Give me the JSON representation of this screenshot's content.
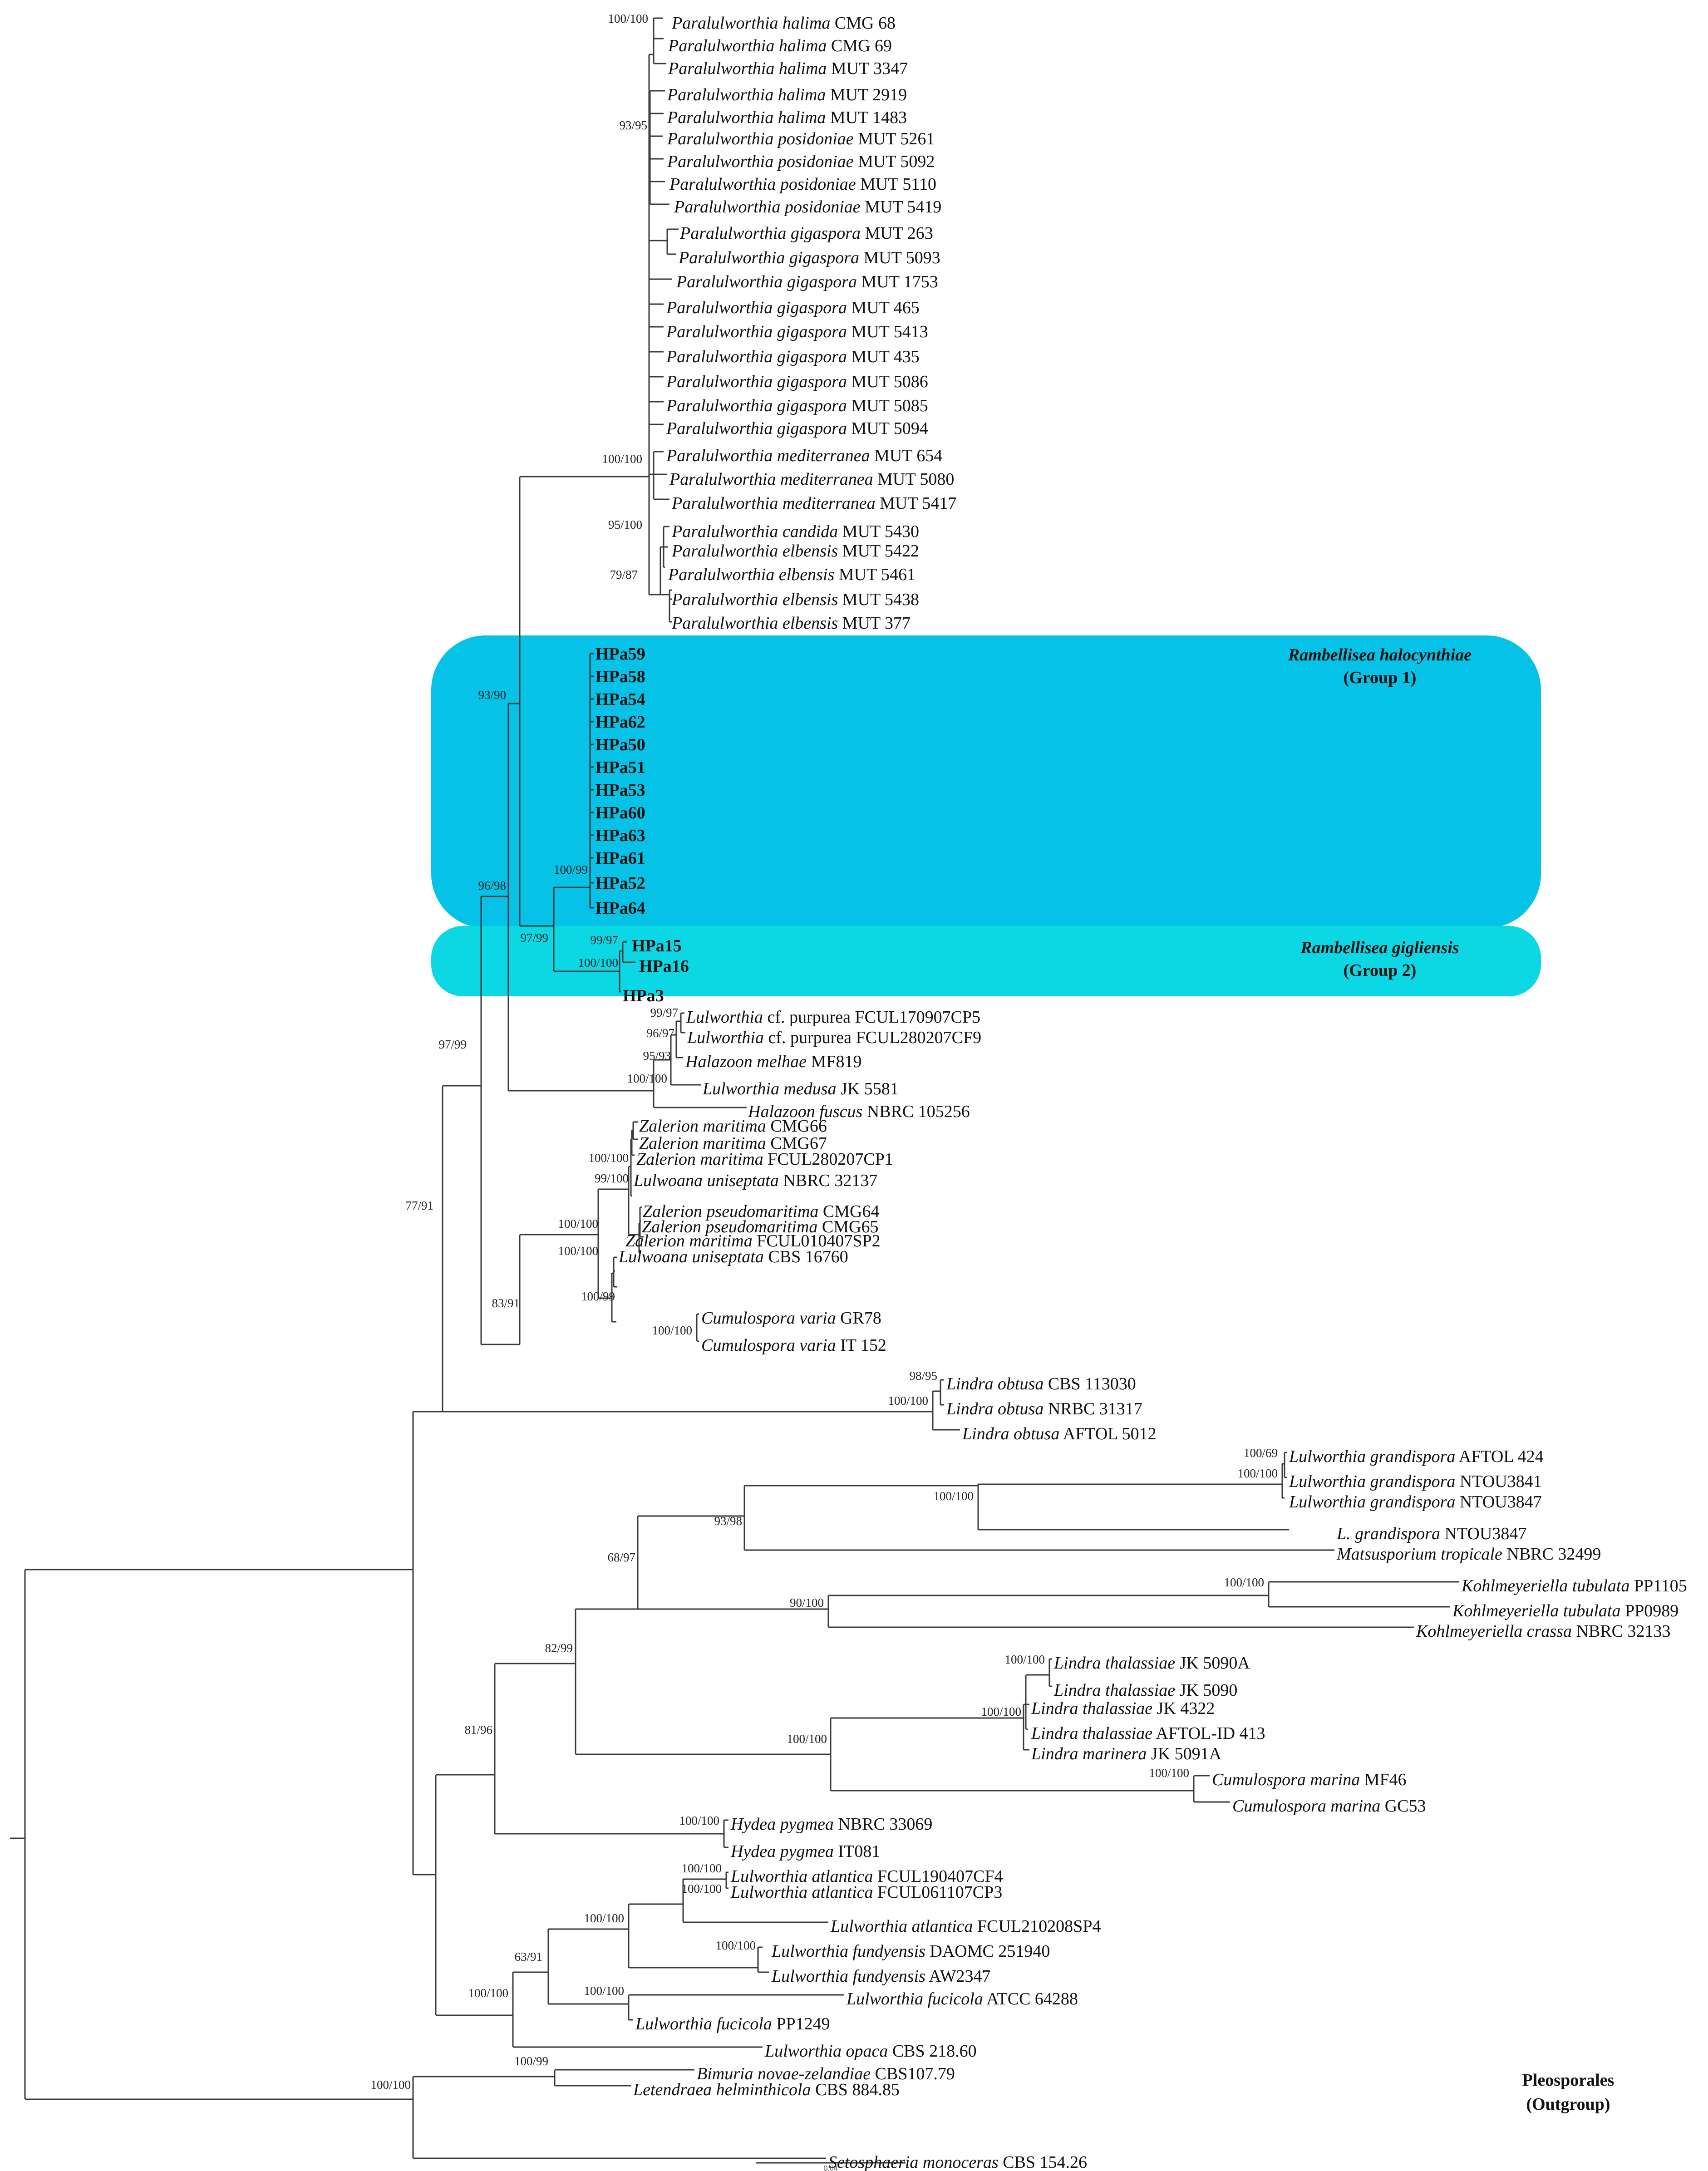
{
  "groups": [
    {
      "id": "g1",
      "species": "Rambellisea halocynthiae",
      "label": "(Group 1)",
      "color": "#06c2e6"
    },
    {
      "id": "g2",
      "species": "Rambellisea gigliensis",
      "label": "(Group 2)",
      "color": "#0bd8e4"
    }
  ],
  "outgroup": {
    "name": "Pleosporales",
    "label": "(Outgroup)"
  },
  "scale_bar": {
    "label": "0.04"
  },
  "taxa": [
    {
      "id": "t1",
      "genus": "Paralulworthia halima",
      "rest": "CMG 68"
    },
    {
      "id": "t2",
      "genus": "Paralulworthia halima",
      "rest": "CMG 69"
    },
    {
      "id": "t3",
      "genus": "Paralulworthia halima",
      "rest": "MUT 3347"
    },
    {
      "id": "t4",
      "genus": "Paralulworthia halima",
      "rest": "MUT 2919"
    },
    {
      "id": "t5",
      "genus": "Paralulworthia halima",
      "rest": "MUT 1483"
    },
    {
      "id": "t6",
      "genus": "Paralulworthia posidoniae",
      "rest": "MUT 5261"
    },
    {
      "id": "t7",
      "genus": "Paralulworthia posidoniae",
      "rest": "MUT 5092"
    },
    {
      "id": "t8",
      "genus": "Paralulworthia posidoniae",
      "rest": "MUT 5110"
    },
    {
      "id": "t9",
      "genus": "Paralulworthia posidoniae",
      "rest": "MUT 5419"
    },
    {
      "id": "t10",
      "genus": "Paralulworthia gigaspora",
      "rest": "MUT 263"
    },
    {
      "id": "t11",
      "genus": "Paralulworthia gigaspora",
      "rest": "MUT 5093"
    },
    {
      "id": "t12",
      "genus": "Paralulworthia gigaspora",
      "rest": "MUT 1753"
    },
    {
      "id": "t13",
      "genus": "Paralulworthia gigaspora",
      "rest": "MUT 465"
    },
    {
      "id": "t14",
      "genus": "Paralulworthia gigaspora",
      "rest": "MUT 5413"
    },
    {
      "id": "t15",
      "genus": "Paralulworthia gigaspora",
      "rest": "MUT 435"
    },
    {
      "id": "t16",
      "genus": "Paralulworthia gigaspora",
      "rest": "MUT 5086"
    },
    {
      "id": "t17",
      "genus": "Paralulworthia gigaspora",
      "rest": "MUT 5085"
    },
    {
      "id": "t18",
      "genus": "Paralulworthia gigaspora",
      "rest": "MUT 5094"
    },
    {
      "id": "t19",
      "genus": "Paralulworthia mediterranea",
      "rest": "MUT 654"
    },
    {
      "id": "t20",
      "genus": "Paralulworthia mediterranea",
      "rest": "MUT 5080"
    },
    {
      "id": "t21",
      "genus": "Paralulworthia mediterranea",
      "rest": "MUT 5417"
    },
    {
      "id": "t22",
      "genus": "Paralulworthia candida",
      "rest": "MUT 5430"
    },
    {
      "id": "t23",
      "genus": "Paralulworthia elbensis",
      "rest": "MUT 5422"
    },
    {
      "id": "t24",
      "genus": "Paralulworthia elbensis",
      "rest": "MUT 5461"
    },
    {
      "id": "t25",
      "genus": "Paralulworthia elbensis",
      "rest": "MUT 5438"
    },
    {
      "id": "t26",
      "genus": "Paralulworthia elbensis",
      "rest": "MUT 377"
    },
    {
      "id": "t27",
      "genus": "",
      "rest": "HPa59",
      "bold": true
    },
    {
      "id": "t28",
      "genus": "",
      "rest": "HPa58",
      "bold": true
    },
    {
      "id": "t29",
      "genus": "",
      "rest": "HPa54",
      "bold": true
    },
    {
      "id": "t30",
      "genus": "",
      "rest": "HPa62",
      "bold": true
    },
    {
      "id": "t31",
      "genus": "",
      "rest": "HPa50",
      "bold": true
    },
    {
      "id": "t32",
      "genus": "",
      "rest": "HPa51",
      "bold": true
    },
    {
      "id": "t33",
      "genus": "",
      "rest": "HPa53",
      "bold": true
    },
    {
      "id": "t34",
      "genus": "",
      "rest": "HPa60",
      "bold": true
    },
    {
      "id": "t35",
      "genus": "",
      "rest": "HPa63",
      "bold": true
    },
    {
      "id": "t36",
      "genus": "",
      "rest": "HPa61",
      "bold": true
    },
    {
      "id": "t37",
      "genus": "",
      "rest": "HPa52",
      "bold": true
    },
    {
      "id": "t38",
      "genus": "",
      "rest": "HPa64",
      "bold": true
    },
    {
      "id": "t39",
      "genus": "",
      "rest": "HPa15",
      "bold": true
    },
    {
      "id": "t40",
      "genus": "",
      "rest": "HPa16",
      "bold": true
    },
    {
      "id": "t41",
      "genus": "",
      "rest": "HPa3",
      "bold": true
    },
    {
      "id": "t42",
      "genus": "Lulworthia",
      "rest": "cf. purpurea FCUL170907CP5"
    },
    {
      "id": "t43",
      "genus": "Lulworthia",
      "rest": "cf. purpurea FCUL280207CF9"
    },
    {
      "id": "t44",
      "genus": "Halazoon melhae",
      "rest": "MF819"
    },
    {
      "id": "t45",
      "genus": "Lulworthia medusa",
      "rest": "JK 5581"
    },
    {
      "id": "t46",
      "genus": "Halazoon fuscus",
      "rest": "NBRC 105256"
    },
    {
      "id": "t47",
      "genus": "Zalerion maritima",
      "rest": "CMG66"
    },
    {
      "id": "t48",
      "genus": "Zalerion maritima",
      "rest": "CMG67"
    },
    {
      "id": "t49",
      "genus": "Zalerion maritima",
      "rest": "FCUL280207CP1"
    },
    {
      "id": "t50",
      "genus": "Lulwoana uniseptata",
      "rest": "NBRC 32137"
    },
    {
      "id": "t51",
      "genus": "Zalerion pseudomaritima",
      "rest": "CMG64"
    },
    {
      "id": "t52",
      "genus": "Zalerion pseudomaritima",
      "rest": "CMG65"
    },
    {
      "id": "t53",
      "genus": "Zalerion maritima",
      "rest": "FCUL010407SP2"
    },
    {
      "id": "t54",
      "genus": "Lulwoana uniseptata",
      "rest": "CBS 16760"
    },
    {
      "id": "t55",
      "genus": "Cumulospora varia",
      "rest": "GR78"
    },
    {
      "id": "t56",
      "genus": "Cumulospora varia",
      "rest": "IT 152"
    },
    {
      "id": "t57",
      "genus": "Lindra obtusa",
      "rest": "CBS 113030"
    },
    {
      "id": "t58",
      "genus": "Lindra obtusa",
      "rest": "NRBC 31317"
    },
    {
      "id": "t59",
      "genus": "Lindra obtusa",
      "rest": "AFTOL 5012"
    },
    {
      "id": "t60",
      "genus": "Lulworthia grandispora",
      "rest": "AFTOL 424"
    },
    {
      "id": "t61",
      "genus": "Lulworthia grandispora",
      "rest": "NTOU3841"
    },
    {
      "id": "t62",
      "genus": "Lulworthia grandispora",
      "rest": "NTOU3847"
    },
    {
      "id": "t63",
      "genus": "L. grandispora",
      "rest": "NTOU3847"
    },
    {
      "id": "t64",
      "genus": "Matsusporium tropicale",
      "rest": "NBRC 32499"
    },
    {
      "id": "t65",
      "genus": "Kohlmeyeriella tubulata",
      "rest": "PP1105"
    },
    {
      "id": "t66",
      "genus": "Kohlmeyeriella tubulata",
      "rest": "PP0989"
    },
    {
      "id": "t67",
      "genus": "Kohlmeyeriella crassa",
      "rest": "NBRC 32133"
    },
    {
      "id": "t68",
      "genus": "Lindra thalassiae",
      "rest": "JK 5090A"
    },
    {
      "id": "t69",
      "genus": "Lindra thalassiae",
      "rest": "JK 5090"
    },
    {
      "id": "t70",
      "genus": "Lindra thalassiae",
      "rest": "JK 4322"
    },
    {
      "id": "t71",
      "genus": "Lindra thalassiae",
      "rest": "AFTOL-ID 413"
    },
    {
      "id": "t72",
      "genus": "Lindra marinera",
      "rest": "JK 5091A"
    },
    {
      "id": "t73",
      "genus": "Cumulospora marina",
      "rest": "MF46"
    },
    {
      "id": "t74",
      "genus": "Cumulospora marina",
      "rest": "GC53"
    },
    {
      "id": "t75",
      "genus": "Hydea pygmea",
      "rest": " NBRC 33069"
    },
    {
      "id": "t76",
      "genus": "Hydea pygmea",
      "rest": " IT081"
    },
    {
      "id": "t77",
      "genus": "Lulworthia atlantica",
      "rest": "FCUL190407CF4"
    },
    {
      "id": "t78",
      "genus": "Lulworthia atlantica",
      "rest": "FCUL061107CP3"
    },
    {
      "id": "t79",
      "genus": "Lulworthia atlantica",
      "rest": "FCUL210208SP4"
    },
    {
      "id": "t80",
      "genus": "Lulworthia fundyensis",
      "rest": "DAOMC 251940"
    },
    {
      "id": "t81",
      "genus": "Lulworthia fundyensis",
      "rest": "AW2347"
    },
    {
      "id": "t82",
      "genus": "Lulworthia fucicola",
      "rest": "ATCC 64288"
    },
    {
      "id": "t83",
      "genus": "Lulworthia fucicola",
      "rest": "PP1249"
    },
    {
      "id": "t84",
      "genus": "Lulworthia opaca",
      "rest": "CBS 218.60"
    },
    {
      "id": "t85",
      "genus": "Bimuria novae-zelandiae",
      "rest": "CBS107.79"
    },
    {
      "id": "t86",
      "genus": "Letendraea helminthicola",
      "rest": "CBS 884.85"
    },
    {
      "id": "t87",
      "genus": "Setosphaeria monoceras",
      "rest": "CBS 154.26"
    }
  ],
  "support": [
    {
      "id": "s1",
      "text": "100/100"
    },
    {
      "id": "s2",
      "text": "93/95"
    },
    {
      "id": "s3",
      "text": "100/100"
    },
    {
      "id": "s4",
      "text": "95/100"
    },
    {
      "id": "s5",
      "text": "79/87"
    },
    {
      "id": "s6",
      "text": "93/90"
    },
    {
      "id": "s7",
      "text": "100/99"
    },
    {
      "id": "s8",
      "text": "96/98"
    },
    {
      "id": "s9",
      "text": "99/97"
    },
    {
      "id": "s10",
      "text": "100/100"
    },
    {
      "id": "s11",
      "text": "97/99"
    },
    {
      "id": "s12",
      "text": "99/97"
    },
    {
      "id": "s13",
      "text": "96/97"
    },
    {
      "id": "s14",
      "text": "95/93"
    },
    {
      "id": "s15",
      "text": "100/100"
    },
    {
      "id": "s16",
      "text": "97/99"
    },
    {
      "id": "s17",
      "text": "100/100"
    },
    {
      "id": "s18",
      "text": "99/100"
    },
    {
      "id": "s19",
      "text": "100/100"
    },
    {
      "id": "s20",
      "text": "100/100"
    },
    {
      "id": "s21",
      "text": "100/99"
    },
    {
      "id": "s22",
      "text": "83/91"
    },
    {
      "id": "s23",
      "text": "100/100"
    },
    {
      "id": "s24",
      "text": "77/91"
    },
    {
      "id": "s25",
      "text": "98/95"
    },
    {
      "id": "s26",
      "text": "100/100"
    },
    {
      "id": "s27",
      "text": "100/69"
    },
    {
      "id": "s28",
      "text": "100/100"
    },
    {
      "id": "s29",
      "text": "100/100"
    },
    {
      "id": "s30",
      "text": "93/98"
    },
    {
      "id": "s31",
      "text": "68/97"
    },
    {
      "id": "s32",
      "text": "100/100"
    },
    {
      "id": "s33",
      "text": "90/100"
    },
    {
      "id": "s34",
      "text": "100/100"
    },
    {
      "id": "s35",
      "text": "82/99"
    },
    {
      "id": "s36",
      "text": "100/100"
    },
    {
      "id": "s37",
      "text": "100/100"
    },
    {
      "id": "s38",
      "text": "100/100"
    },
    {
      "id": "s39",
      "text": "81/96"
    },
    {
      "id": "s40",
      "text": "100/100"
    },
    {
      "id": "s41",
      "text": "100/100"
    },
    {
      "id": "s42",
      "text": "100/100"
    },
    {
      "id": "s43",
      "text": "100/100"
    },
    {
      "id": "s44",
      "text": "100/100"
    },
    {
      "id": "s45",
      "text": "63/91"
    },
    {
      "id": "s46",
      "text": "100/100"
    },
    {
      "id": "s47",
      "text": "100/100"
    },
    {
      "id": "s48",
      "text": "100/99"
    },
    {
      "id": "s49",
      "text": "100/100"
    }
  ]
}
